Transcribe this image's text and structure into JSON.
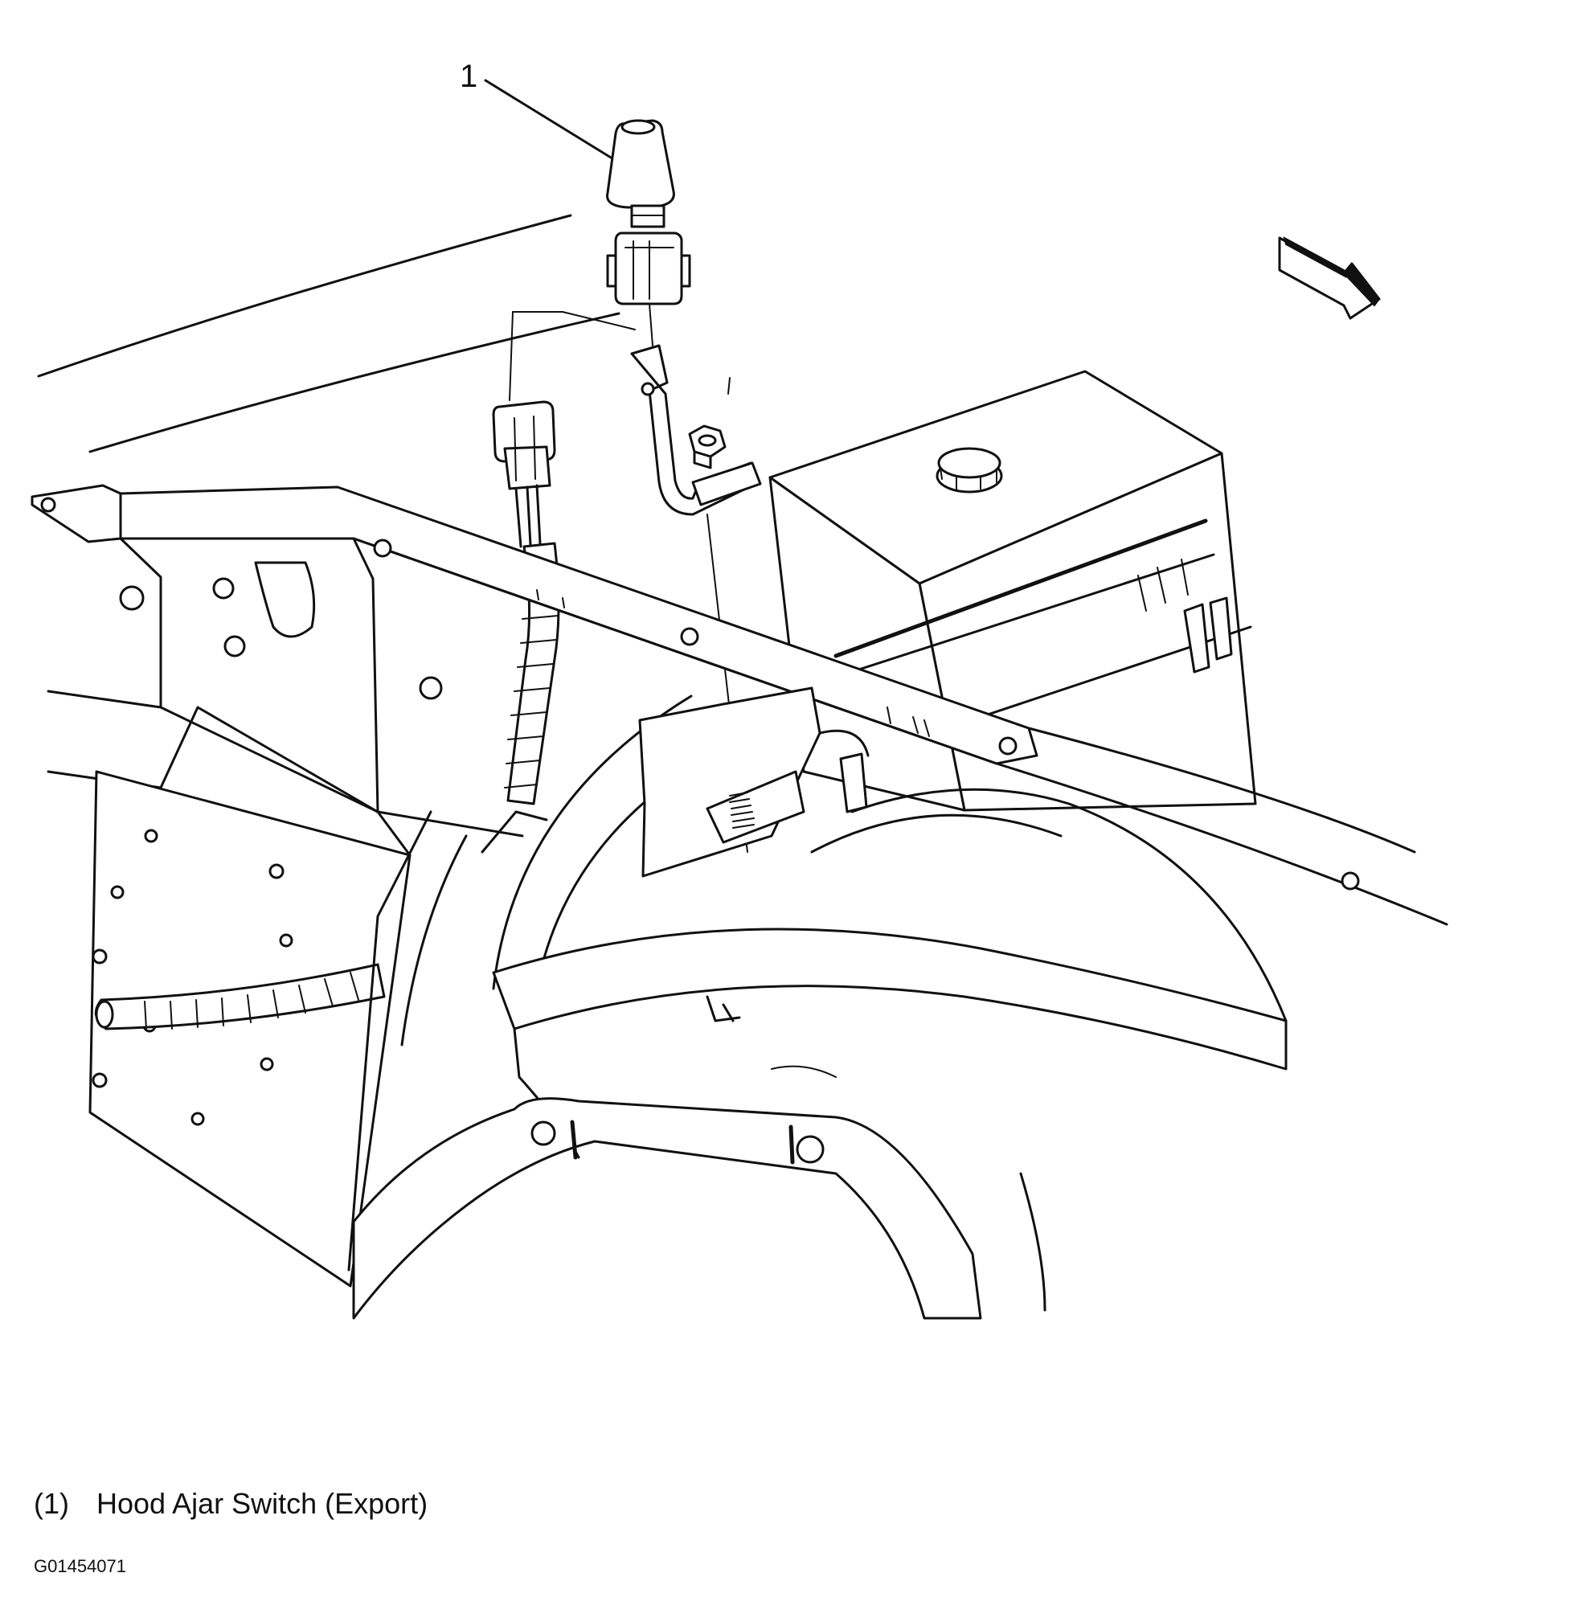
{
  "callouts": [
    {
      "number": "1",
      "component": "Hood Ajar Switch (Export)"
    }
  ],
  "legend": {
    "number_text": "(1)",
    "label_text": "Hood Ajar Switch (Export)"
  },
  "figure_id": "G01454071",
  "direction_arrow_icon": "forward-arrow-icon"
}
